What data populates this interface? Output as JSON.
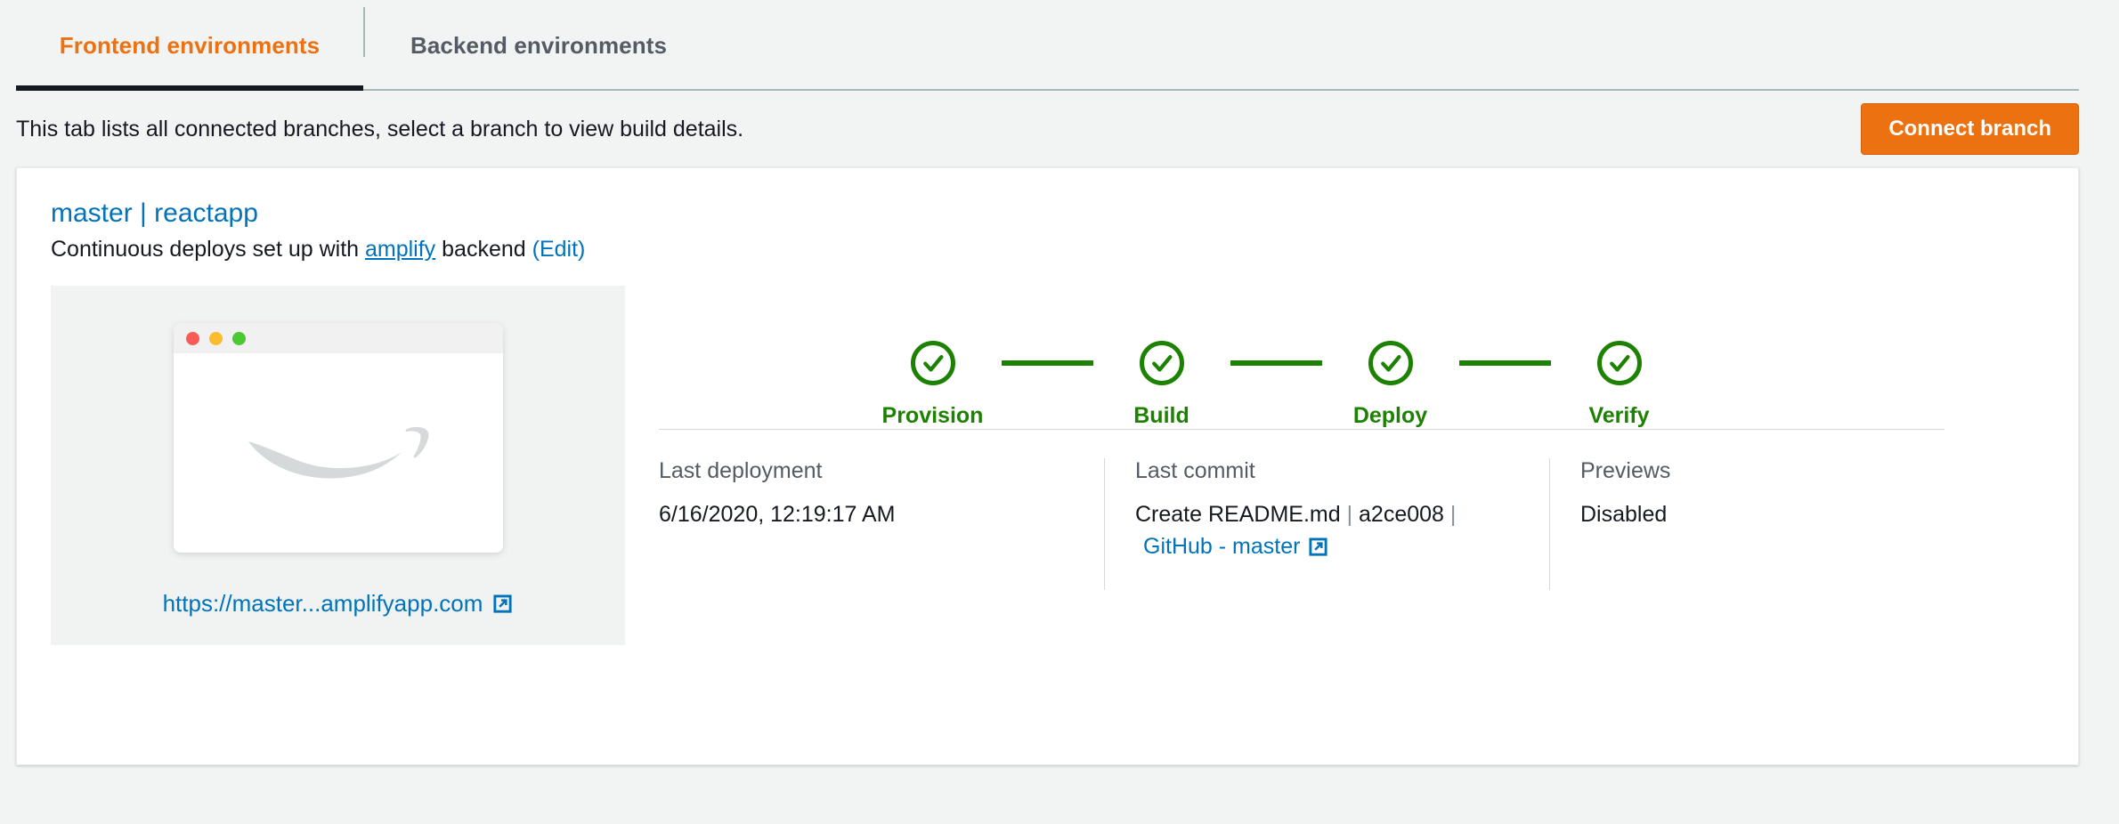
{
  "tabs": [
    {
      "id": "frontend",
      "label": "Frontend environments",
      "active": true
    },
    {
      "id": "backend",
      "label": "Backend environments",
      "active": false
    }
  ],
  "subheader": {
    "description": "This tab lists all connected branches, select a branch to view build details.",
    "connect_branch_label": "Connect branch"
  },
  "branch": {
    "title": "master | reactapp",
    "subtitle_prefix": "Continuous deploys set up with",
    "backend_link": "amplify",
    "subtitle_suffix": "backend",
    "edit_label": "(Edit)",
    "preview_url": "https://master...amplifyapp.com"
  },
  "pipeline": {
    "steps": [
      {
        "name": "Provision",
        "status": "success"
      },
      {
        "name": "Build",
        "status": "success"
      },
      {
        "name": "Deploy",
        "status": "success"
      },
      {
        "name": "Verify",
        "status": "success"
      }
    ]
  },
  "details": {
    "last_deployment": {
      "label": "Last deployment",
      "value": "6/16/2020, 12:19:17 AM"
    },
    "last_commit": {
      "label": "Last commit",
      "message": "Create README.md",
      "separator": "|",
      "hash": "a2ce008",
      "repo_link": "GitHub - master"
    },
    "previews": {
      "label": "Previews",
      "value": "Disabled"
    }
  },
  "colors": {
    "accent_orange": "#ec7211",
    "link_blue": "#0073bb",
    "success_green": "#1d8102",
    "tab_inactive": "#545b64",
    "page_bg": "#f2f3f3",
    "active_tab_underline": "#16191f"
  },
  "icons": {
    "external_link": "external-link-icon",
    "check": "check-icon",
    "amazon_smile": "amazon-smile-logo"
  }
}
